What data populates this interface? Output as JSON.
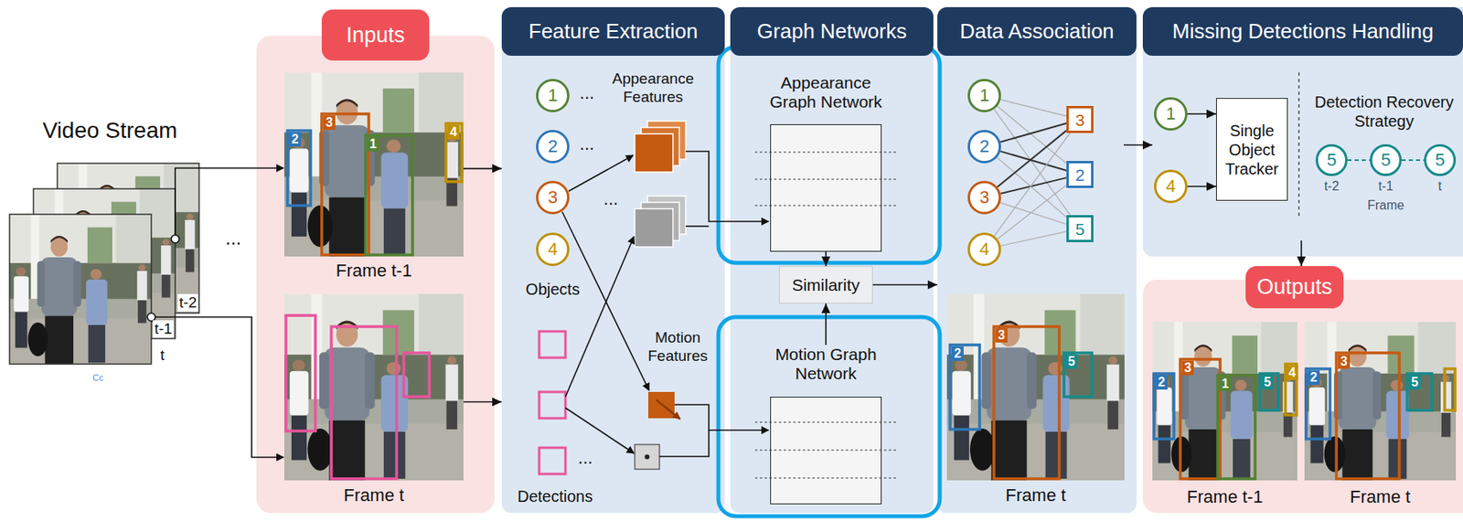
{
  "diagram": {
    "nodes": [
      {
        "text": [
          "Inputs"
        ]
      },
      {
        "text": [
          "Frame t-1"
        ],
        "in": 0
      },
      {
        "text": [
          "Frame t"
        ],
        "in": 0
      },
      {
        "text": [
          "Feature Extraction"
        ]
      },
      {
        "text": [
          "1"
        ],
        "in": 3
      },
      {
        "text": [
          "2"
        ],
        "in": 3
      },
      {
        "text": [
          "3"
        ],
        "in": 3
      },
      {
        "text": [
          "4"
        ],
        "in": 3
      },
      {
        "text": [
          "Graph Networks"
        ]
      },
      {
        "text": [
          "Appearance Graph Network"
        ],
        "in": 8
      },
      {
        "text": [
          "Similarity"
        ],
        "in": 8
      },
      {
        "text": [
          "Motion Graph Network"
        ],
        "in": 8
      },
      {
        "text": [
          "Data Association"
        ]
      },
      {
        "text": [
          "1"
        ],
        "in": 12
      },
      {
        "text": [
          "2"
        ],
        "in": 12
      },
      {
        "text": [
          "3"
        ],
        "in": 12
      },
      {
        "text": [
          "4"
        ],
        "in": 12
      },
      {
        "text": [
          "3"
        ],
        "in": 12
      },
      {
        "text": [
          "2"
        ],
        "in": 12
      },
      {
        "text": [
          "5"
        ],
        "in": 12
      },
      {
        "text": [
          "Frame t"
        ],
        "in": 12
      },
      {
        "text": [
          "Missing Detections Handling"
        ]
      },
      {
        "text": [
          "1"
        ],
        "in": 21
      },
      {
        "text": [
          "4"
        ],
        "in": 21
      },
      {
        "text": [
          "Single Object Tracker"
        ],
        "in": 21
      },
      {
        "text": [
          "5"
        ],
        "in": 21
      },
      {
        "text": [
          "5"
        ],
        "in": 21
      },
      {
        "text": [
          "5"
        ],
        "in": 21
      },
      {
        "text": [
          "Outputs"
        ]
      },
      {
        "text": [
          "Frame t-1"
        ],
        "in": 28
      },
      {
        "text": [
          "Frame t"
        ],
        "in": 28
      }
    ],
    "edges": [
      {
        "from": 1,
        "to": 3,
        "arrow": "to"
      },
      {
        "from": 2,
        "to": 3,
        "arrow": "to"
      },
      {
        "from": 9,
        "to": 10,
        "arrow": "to"
      },
      {
        "from": 11,
        "to": 10,
        "arrow": "to"
      },
      {
        "from": 10,
        "to": 12,
        "arrow": "to"
      },
      {
        "from": 13,
        "to": 17,
        "arrow": "none"
      },
      {
        "from": 13,
        "to": 18,
        "arrow": "none"
      },
      {
        "from": 13,
        "to": 19,
        "arrow": "none"
      },
      {
        "from": 14,
        "to": 17,
        "arrow": "none"
      },
      {
        "from": 14,
        "to": 18,
        "arrow": "none"
      },
      {
        "from": 14,
        "to": 19,
        "arrow": "none"
      },
      {
        "from": 15,
        "to": 17,
        "arrow": "none"
      },
      {
        "from": 15,
        "to": 18,
        "arrow": "none"
      },
      {
        "from": 15,
        "to": 19,
        "arrow": "none"
      },
      {
        "from": 16,
        "to": 17,
        "arrow": "none"
      },
      {
        "from": 16,
        "to": 18,
        "arrow": "none"
      },
      {
        "from": 16,
        "to": 19,
        "arrow": "none"
      },
      {
        "from": 12,
        "to": 21,
        "arrow": "to"
      },
      {
        "from": 22,
        "to": 24,
        "arrow": "to"
      },
      {
        "from": 23,
        "to": 24,
        "arrow": "to"
      },
      {
        "from": 25,
        "to": 26,
        "arrow": "none"
      },
      {
        "from": 26,
        "to": 27,
        "arrow": "none"
      },
      {
        "from": 21,
        "to": 28,
        "arrow": "to"
      }
    ],
    "labels": [
      "Video Stream",
      "t-2",
      "t-1",
      "t",
      "Cc",
      "...",
      "2",
      "3",
      "1",
      "4",
      "...",
      "...",
      "...",
      "Appearance Features",
      "Objects",
      "Motion Features",
      "...",
      "Detections",
      "3",
      "2",
      "5",
      "Detection Recovery Strategy",
      "t-2",
      "t-1",
      "t",
      "Frame",
      "2",
      "3",
      "1",
      "5",
      "4",
      "2",
      "3",
      "5"
    ]
  }
}
